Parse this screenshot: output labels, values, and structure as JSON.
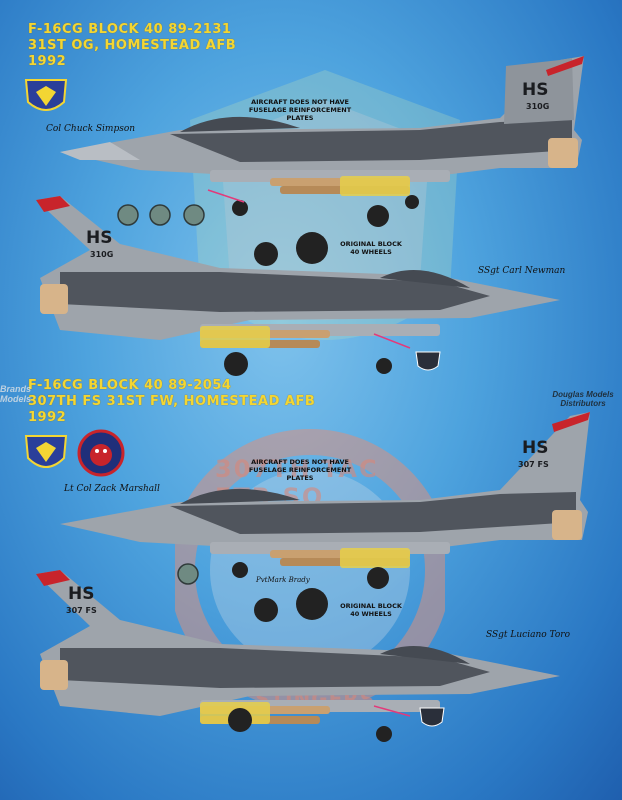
{
  "sheet1": {
    "title_line1": "F-16CG BLOCK 40 89-2131",
    "title_line2": "31ST OG, HOMESTEAD AFB",
    "title_line3": "1992",
    "note_top": "AIRCRAFT DOES NOT HAVE FUSELAGE REINFORCEMENT PLATES",
    "pilot_sig": "Col Chuck Simpson",
    "crew_sig": "SSgt Carl Newman",
    "note_wheels": "ORIGINAL BLOCK 40 WHEELS",
    "tail_code": "HS",
    "tail_serial": "310G"
  },
  "sheet2": {
    "title_line1": "F-16CG BLOCK 40 89-2054",
    "title_line2": "307TH FS 31ST FW, HOMESTEAD AFB",
    "title_line3": "1992",
    "note_top": "AIRCRAFT DOES NOT HAVE FUSELAGE REINFORCEMENT PLATES",
    "pilot_sig": "Lt Col Zack Marshall",
    "crew_sig": "SSgt Luciano Toro",
    "nose_sig": "PvtMark Brady",
    "note_wheels": "ORIGINAL BLOCK 40 WHEELS",
    "tail_code": "HS",
    "tail_serial": "307 FS"
  },
  "background": {
    "emblem_text": "307TH TAC FTR SQ",
    "emblem_bottom": "STINGERS"
  },
  "watermarks": {
    "left": "Brands Models",
    "right": "Douglas Models Distributors"
  },
  "colors": {
    "title": "#f3d633",
    "aircraft_dark": "#50555d",
    "aircraft_light": "#9ea4ab",
    "accent_red": "#c8242b"
  }
}
